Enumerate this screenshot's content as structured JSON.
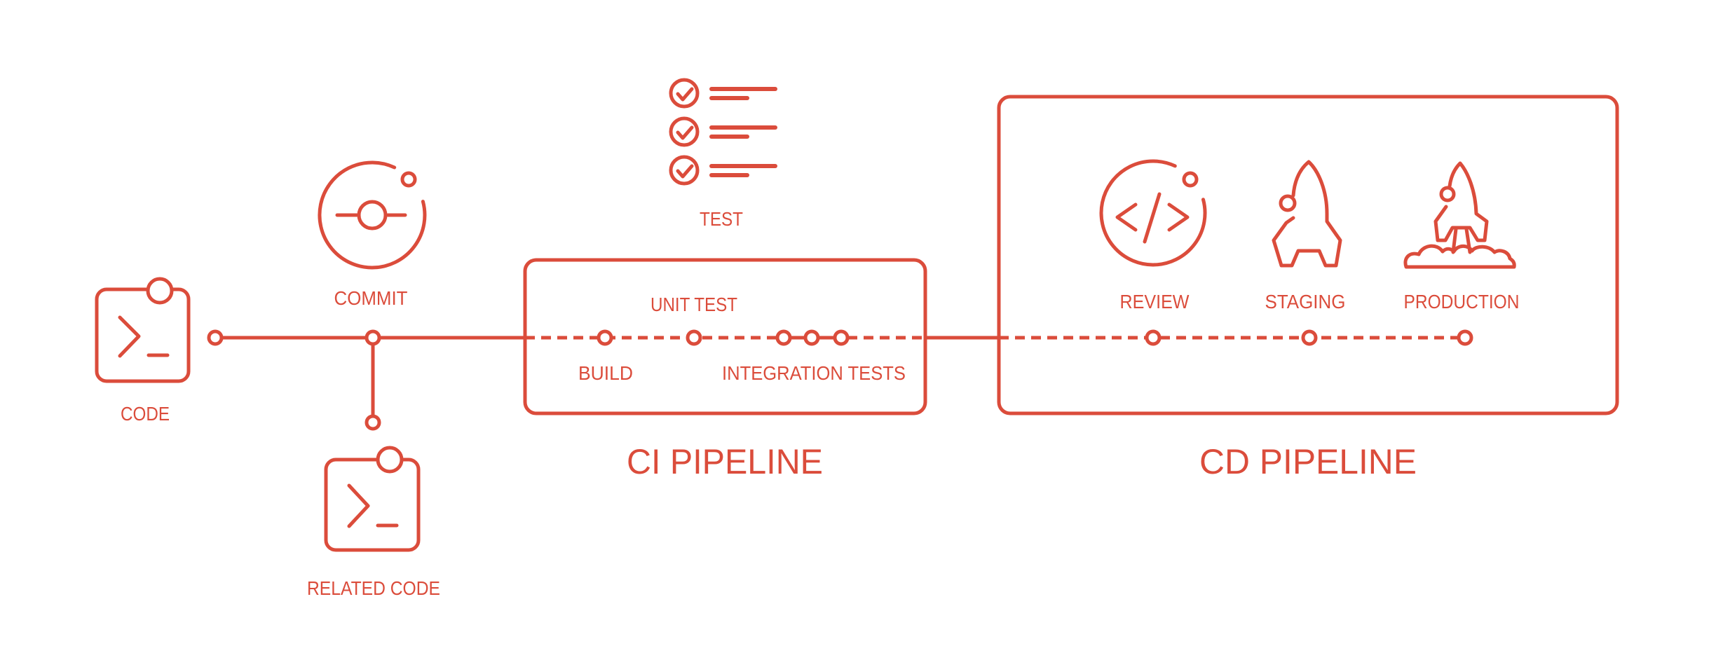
{
  "diagram": {
    "accent_color": "#DB4C3B",
    "background_color": "#FFFFFF",
    "source": {
      "code_label": "CODE",
      "commit_label": "COMMIT",
      "related_code_label": "RELATED CODE",
      "test_label": "TEST"
    },
    "ci": {
      "title": "CI PIPELINE",
      "build_label": "BUILD",
      "unit_test_label": "UNIT TEST",
      "integration_tests_label": "INTEGRATION TESTS"
    },
    "cd": {
      "title": "CD PIPELINE",
      "review_label": "REVIEW",
      "staging_label": "STAGING",
      "production_label": "PRODUCTION"
    }
  }
}
